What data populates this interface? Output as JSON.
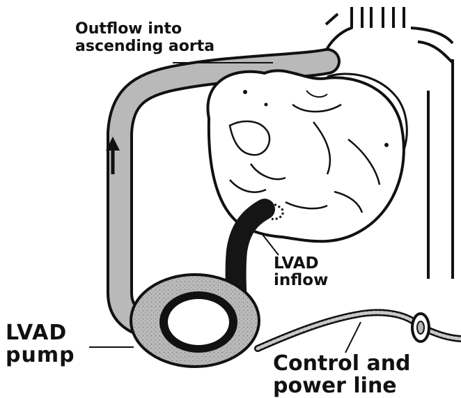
{
  "labels": {
    "outflow": {
      "line1": "Outflow into",
      "line2": "ascending aorta"
    },
    "inflow": {
      "line1": "LVAD",
      "line2": "inflow"
    },
    "pump": {
      "line1": "LVAD",
      "line2": "pump"
    },
    "control": {
      "line1": "Control and",
      "line2": "power line"
    }
  },
  "colors": {
    "outline": "#111111",
    "tube_fill": "#b9b9b9",
    "inflow_cannula": "#151515",
    "background": "#ffffff"
  },
  "icons": [
    "flow-direction-arrow-icon"
  ]
}
